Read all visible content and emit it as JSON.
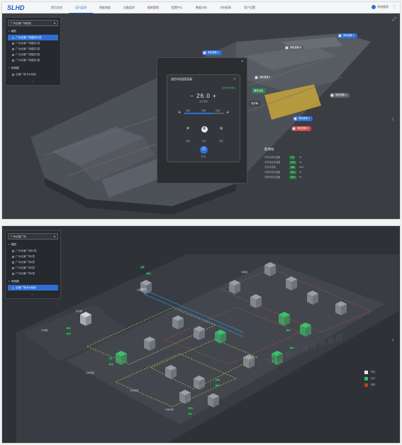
{
  "top_screenshot": {
    "logo": "SLHD",
    "nav": [
      "首页总览",
      "运行监测",
      "智能调度",
      "设备监控",
      "能耗管理",
      "配置中心",
      "数据分析",
      "分析报表",
      "用户设置"
    ],
    "active_nav_index": 1,
    "user": "系统管理",
    "sidebar": {
      "select_value": "广州合景广场机组",
      "group1_label": "楼层",
      "group1_items": [
        "广州合景广场楼层B1层",
        "广州合景广场楼层1层",
        "广州合景广场楼层2层",
        "广州合景广场楼层3层",
        "广州合景广场楼层4层"
      ],
      "group1_active_index": 0,
      "group2_label": "系统图",
      "group2_items": [
        "合景广场冷水系统"
      ]
    },
    "fan_units": [
      {
        "label": "风机盘管-3",
        "status": "blue"
      },
      {
        "label": "风机盘管-2",
        "status": "blue"
      },
      {
        "label": "风机盘管-4",
        "status": "gray"
      },
      {
        "label": "风机盘管-5",
        "status": "red"
      },
      {
        "label": "风机盘管-6",
        "status": "blue"
      },
      {
        "label": "风机盘管-7",
        "status": "red"
      },
      {
        "label": "风机盘管-1",
        "status": "gray"
      },
      {
        "label": "风机盘管-8",
        "status": "gray"
      }
    ],
    "room_labels": [
      "服务台区",
      "洗手间"
    ],
    "dialog": {
      "title": "温控风机盘管面板",
      "status": "运行模式 制冷",
      "temperature": "26.0",
      "temperature_unit": "设定温度",
      "speed_labels": [
        "低速",
        "中速",
        "高速"
      ],
      "speed_level_percent": 72,
      "modes": [
        {
          "icon": "☀",
          "label": "制热"
        },
        {
          "icon": "❄",
          "label": "制冷"
        },
        {
          "icon": "≋",
          "label": "通风"
        }
      ],
      "active_mode_index": 1,
      "power_label": "开/关"
    },
    "stats": {
      "title": "能源站",
      "rows": [
        {
          "label": "冷冻水供水温度",
          "value": "7.2",
          "unit": "℃"
        },
        {
          "label": "冷冻水回水温度",
          "value": "12.1",
          "unit": "℃"
        },
        {
          "label": "冷冻水流量",
          "value": "210",
          "unit": "m³/h"
        },
        {
          "label": "冷却水供水温度",
          "value": "32.1",
          "unit": "℃"
        },
        {
          "label": "冷却水回水温度",
          "value": "37.0",
          "unit": "℃"
        }
      ]
    }
  },
  "bottom_screenshot": {
    "sidebar": {
      "select_value": "广州合景广场",
      "group1_label": "楼层",
      "group1_items": [
        "广州合景广场B1层",
        "广州合景广场1层",
        "广州合景广场2层",
        "广州合景广场3层",
        "广州合景广场4层"
      ],
      "group2_label": "系统图",
      "group2_items": [
        "合景广场冷水系统"
      ],
      "group2_active_index": 0
    },
    "equipment_labels": [
      "冷却塔",
      "冷却塔",
      "集水器",
      "分水器",
      "冷水机组",
      "冷冻水泵",
      "冷却水泵",
      "冷却塔"
    ],
    "value_tags": [
      "7.2",
      "12.1",
      "32.1",
      "37.0",
      "7.1",
      "12.0",
      "31.9",
      "36.8",
      "25.6",
      "8.3",
      "32.4",
      "36.2"
    ],
    "title": "广州合景广场冷水系统",
    "legend": [
      {
        "label": "停机",
        "color": "#e6e6e6"
      },
      {
        "label": "运行",
        "color": "#2fbf5a"
      },
      {
        "label": "故障",
        "color": "#c0392b"
      }
    ]
  }
}
